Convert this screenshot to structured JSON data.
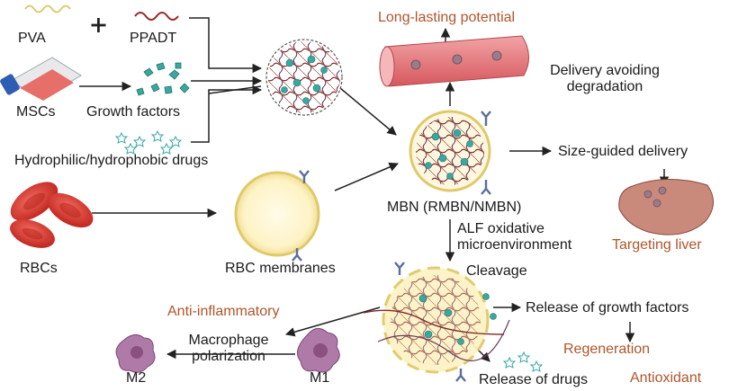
{
  "inputs": {
    "pva": "PVA",
    "ppadt": "PPADT",
    "mscs": "MSCs",
    "growth_factors": "Growth factors",
    "drugs": "Hydrophilic/hydrophobic drugs",
    "rbcs": "RBCs",
    "rbc_membranes": "RBC membranes"
  },
  "center": {
    "mbn": "MBN (RMBN/NMBN)",
    "alf_line1": "ALF oxidative",
    "alf_line2": "microenvironment",
    "cleavage": "Cleavage"
  },
  "outcomes": {
    "long_lasting": "Long-lasting potential",
    "delivery_line1": "Delivery avoiding",
    "delivery_line2": "degradation",
    "size_guided": "Size-guided delivery",
    "targeting_liver": "Targeting liver",
    "anti_inflammatory": "Anti-inflammatory",
    "release_gf": "Release of growth factors",
    "regeneration": "Regeneration",
    "release_drugs": "Release of drugs",
    "antioxidant": "Antioxidant",
    "macrophage_line1": "Macrophage",
    "macrophage_line2": "polarization",
    "m1": "M1",
    "m2": "M2"
  },
  "colors": {
    "accent_text": "#b0552a",
    "rbc_red": "#d9362e",
    "vessel": "#e77a7e",
    "liver": "#c98a7c",
    "membrane_fill": "#fdf3c6",
    "cell_purple": "#b07aa8",
    "teal": "#3aa8a0",
    "receptor": "#5a6e9c"
  },
  "icons": [
    "wave-icon",
    "plus-icon",
    "flask-icon",
    "growth-factor-icon",
    "drug-star-icon",
    "rbc-icon",
    "nanoparticle-icon",
    "blood-vessel-icon",
    "liver-icon",
    "macrophage-icon"
  ]
}
